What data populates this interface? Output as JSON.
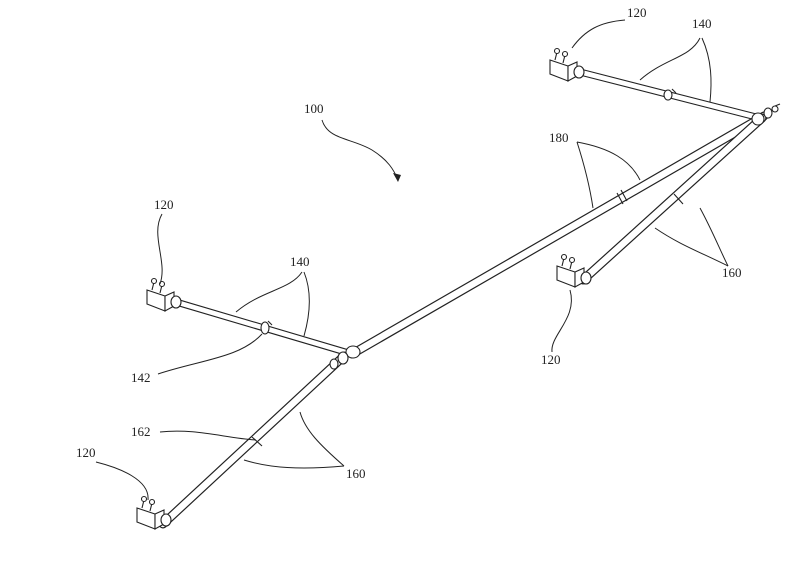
{
  "colors": {
    "ink": "#222222",
    "paper": "#ffffff"
  },
  "labels": {
    "assembly": "100",
    "clamp_top_right": "120",
    "clamp_left_upper": "120",
    "clamp_bottom_left": "120",
    "clamp_right_lower": "120",
    "arm_top": "140",
    "arm_left": "140",
    "joint_left": "142",
    "long_arm": "180",
    "leg_right": "160",
    "leg_left": "160",
    "joint_leg_left": "162"
  }
}
